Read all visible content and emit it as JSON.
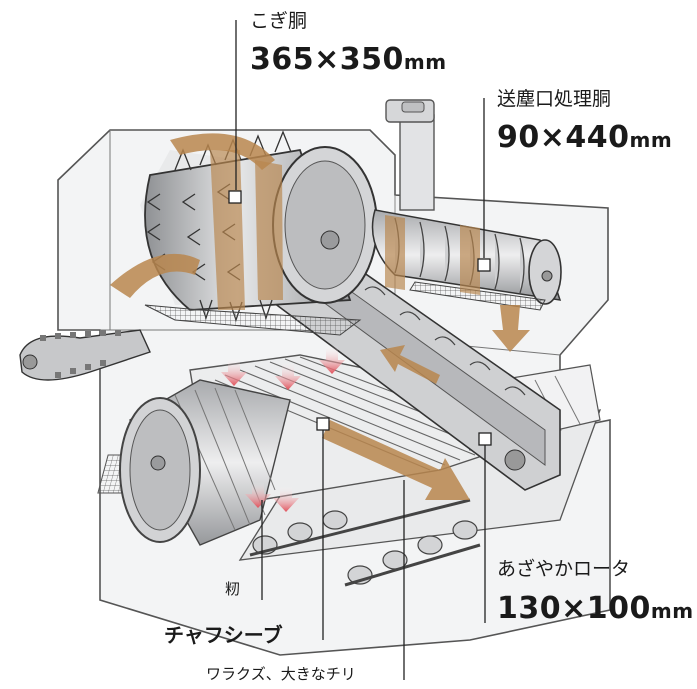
{
  "labels": {
    "threshing_drum": {
      "name": "こぎ胴",
      "size": "365×350",
      "unit": "mm"
    },
    "dust_drum": {
      "name": "送塵口処理胴",
      "size": "90×440",
      "unit": "mm"
    },
    "rotor": {
      "name": "あざやかロータ",
      "size": "130×100",
      "unit": "mm"
    },
    "grain": "籾",
    "chaff_sieve": "チャフシーブ",
    "straw": "ワラクズ、大きなチリ"
  },
  "colors": {
    "flow_arrow": "#b8864e",
    "machine_gray": "#c9cacc",
    "box_line": "#555555",
    "red_arrow": "#e0505a"
  }
}
